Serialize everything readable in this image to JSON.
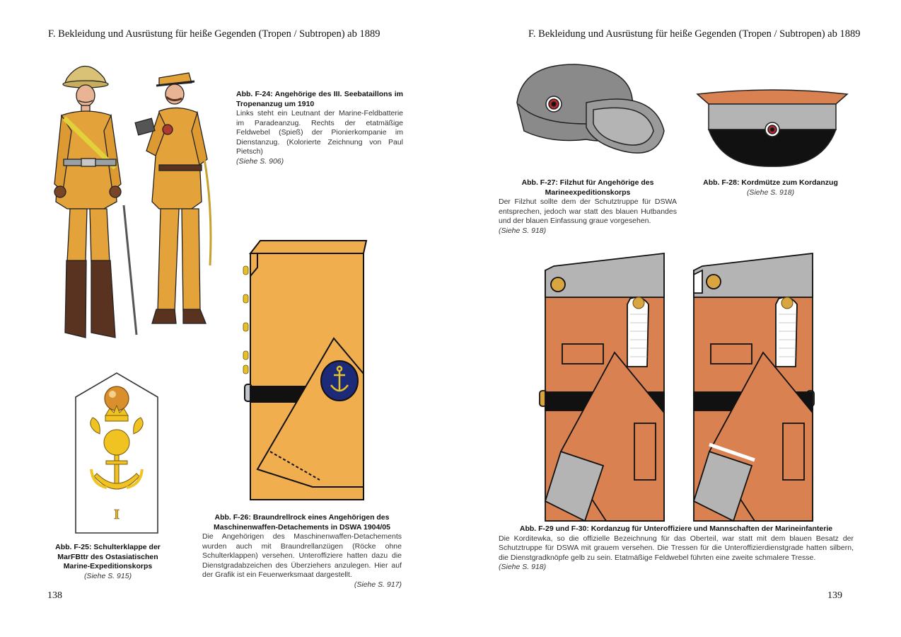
{
  "left_page": {
    "running_head": "F. Bekleidung und Ausrüstung für heiße Gegenden (Tropen / Subtropen) ab 1889",
    "page_number": "138",
    "fig_f24": {
      "title": "Abb. F-24: Angehörige des III. Seebataillons im Tropenanzug um 1910",
      "body": "Links steht ein Leutnant der Marine-Feldbatterie im Paradeanzug. Rechts der etatmäßige Feldwebel (Spieß) der Pionierkompanie im Dienstanzug. (Kolorierte Zeichnung von Paul Pietsch)",
      "ref": "(Siehe S. 906)"
    },
    "fig_f25": {
      "title": "Abb. F-25: Schulterklappe der MarFBttr des Ostasiatischen Marine-Expeditionskorps",
      "ref": "(Siehe S. 915)",
      "numeral": "I"
    },
    "fig_f26": {
      "title": "Abb. F-26: Braundrellrock eines Angehörigen des Maschinenwaffen-Detachements in DSWA 1904/05",
      "body": "Die Angehörigen des Maschinenwaffen-Detachements wurden auch mit Braundrellanzügen (Röcke ohne Schulterklappen) versehen. Unteroffiziere hatten dazu die Dienstgradabzeichen des Überziehers anzulegen. Hier auf der Grafik ist ein Feuerwerksmaat dargestellt.",
      "ref": "(Siehe S. 917)"
    }
  },
  "right_page": {
    "running_head": "F. Bekleidung und Ausrüstung für heiße Gegenden (Tropen / Subtropen) ab 1889",
    "page_number": "139",
    "fig_f27": {
      "title": "Abb. F-27: Filzhut für Angehörige des Marineexpeditionskorps",
      "body": "Der Filzhut sollte dem der Schutztruppe für DSWA entsprechen, jedoch war statt des blauen Hutbandes und der blauen Einfassung graue vorgesehen.",
      "ref": "(Siehe S. 918)"
    },
    "fig_f28": {
      "title": "Abb. F-28: Kordmütze zum Kordanzug",
      "ref": "(Siehe S. 918)"
    },
    "fig_f29_30": {
      "title": "Abb. F-29 und F-30: Kordanzug für Unteroffiziere und Mannschaften der Marineinfanterie",
      "body": "Die Korditewka, so die offizielle Bezeichnung für das Oberteil, war statt mit dem blauen Besatz der Schutztruppe für DSWA mit grauem versehen. Die Tressen für die Unteroffizierdienstgrade hatten silbern, die Dienstgradknöpfe gelb zu sein. Etatmäßige Feldwebel führten eine zweite schmalere Tresse.",
      "ref": "(Siehe S. 918)"
    }
  },
  "colors": {
    "khaki": "#e3a23a",
    "drill_orange": "#f0ae4f",
    "cord_brown": "#d98150",
    "felt_gray": "#8a8a8a",
    "facing_gray": "#b4b4b4",
    "navy_badge": "#1c2a78",
    "gold": "#d4a52b",
    "boot_brown": "#5a3220",
    "black": "#111111"
  }
}
